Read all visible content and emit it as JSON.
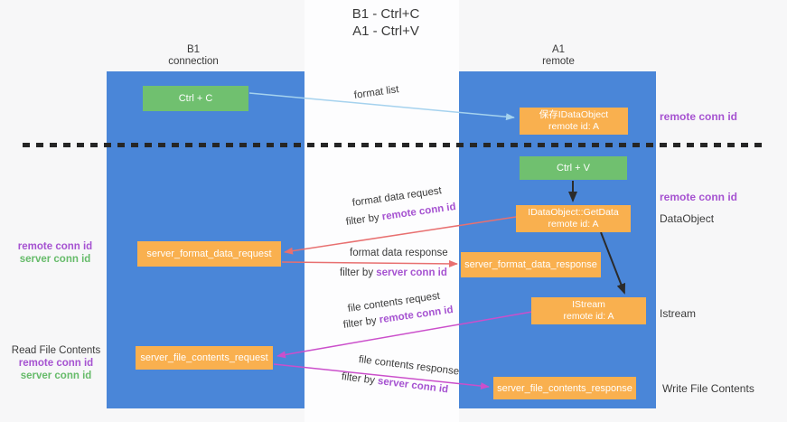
{
  "title": {
    "line1": "B1 - Ctrl+C",
    "line2": "A1 - Ctrl+V"
  },
  "columns": {
    "b1": {
      "name": "B1",
      "subtitle": "connection"
    },
    "a1": {
      "name": "A1",
      "subtitle": "remote"
    }
  },
  "boxes": {
    "ctrl_c": {
      "label": "Ctrl + C"
    },
    "save_idataobject": {
      "line1": "保存IDataObject",
      "line2": "remote id: A"
    },
    "ctrl_v": {
      "label": "Ctrl + V"
    },
    "getdata": {
      "line1": "IDataObject::GetData",
      "line2": "remote id: A"
    },
    "format_request": {
      "label": "server_format_data_request"
    },
    "format_response": {
      "label": "server_format_data_response"
    },
    "istream": {
      "line1": "IStream",
      "line2": "remote id: A"
    },
    "file_request": {
      "label": "server_file_contents_request"
    },
    "file_response": {
      "label": "server_file_contents_response"
    }
  },
  "arrow_labels": {
    "format_list": "format list",
    "format_data_request": "format data request",
    "format_data_response": "format data response",
    "file_contents_request": "file contents request",
    "file_contents_response": "file contents response",
    "filter_by": "filter by ",
    "remote_conn_id": "remote conn id",
    "server_conn_id": "server conn id"
  },
  "side_labels": {
    "right_top_remote": "remote conn id",
    "right_mid_remote": "remote conn id",
    "dataobject": "DataObject",
    "istream": "Istream",
    "write_file_contents": "Write File Contents",
    "read_file_contents": "Read File Contents",
    "left_remote_1": "remote conn id",
    "left_server_1": "server conn id",
    "left_remote_2": "remote conn id",
    "left_server_2": "server conn id"
  },
  "colors": {
    "lifeline_blue": "#4a86d8",
    "box_green": "#70c06f",
    "box_orange": "#f9b04f",
    "arrow_light_blue": "#a5d2ee",
    "arrow_red": "#e87070",
    "arrow_magenta": "#cb4fcb",
    "arrow_black": "#2b2b2b",
    "text_purple": "#a653d1",
    "text_green": "#66bb6a"
  }
}
